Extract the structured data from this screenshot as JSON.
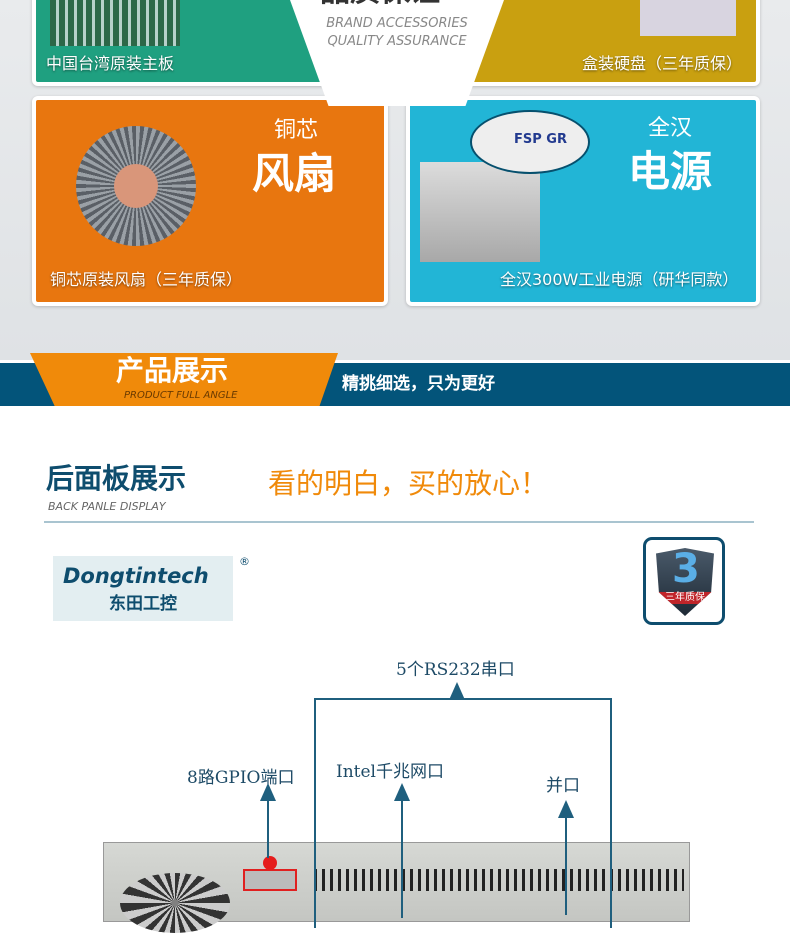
{
  "top_section": {
    "heading_partial": "品质保证",
    "subtitle_line1": "BRAND ACCESSORIES",
    "subtitle_line2": "QUALITY ASSURANCE",
    "cards": [
      {
        "caption": "中国台湾原装主板",
        "color": "#1fa080"
      },
      {
        "caption": "盒装硬盘（三年质保）",
        "color": "#c9a010"
      },
      {
        "title_small": "铜芯",
        "title_big": "风扇",
        "caption": "铜芯原装风扇（三年质保）",
        "color": "#e8760f"
      },
      {
        "title_small": "全汉",
        "title_big": "电源",
        "caption": "全汉300W工业电源（研华同款）",
        "color": "#22b5d6",
        "brand_label": "FSP GR"
      }
    ]
  },
  "banner": {
    "title": "产品展示",
    "subtitle": "PRODUCT FULL ANGLE",
    "slogan": "精挑细选，只为更好",
    "bar_color": "#03547a",
    "tab_color": "#f08a0a"
  },
  "section": {
    "title": "后面板展示",
    "subtitle": "BACK PANLE DISPLAY",
    "slogan": "看的明白，买的放心！",
    "logo": {
      "brand": "Dongtintech",
      "cn": "东田工控",
      "reg": "®"
    },
    "badge": {
      "number": "3",
      "text": "三年质保"
    }
  },
  "diagram": {
    "labels": [
      "5个RS232串口",
      "8路GPIO端口",
      "Intel千兆网口",
      "并口"
    ]
  }
}
